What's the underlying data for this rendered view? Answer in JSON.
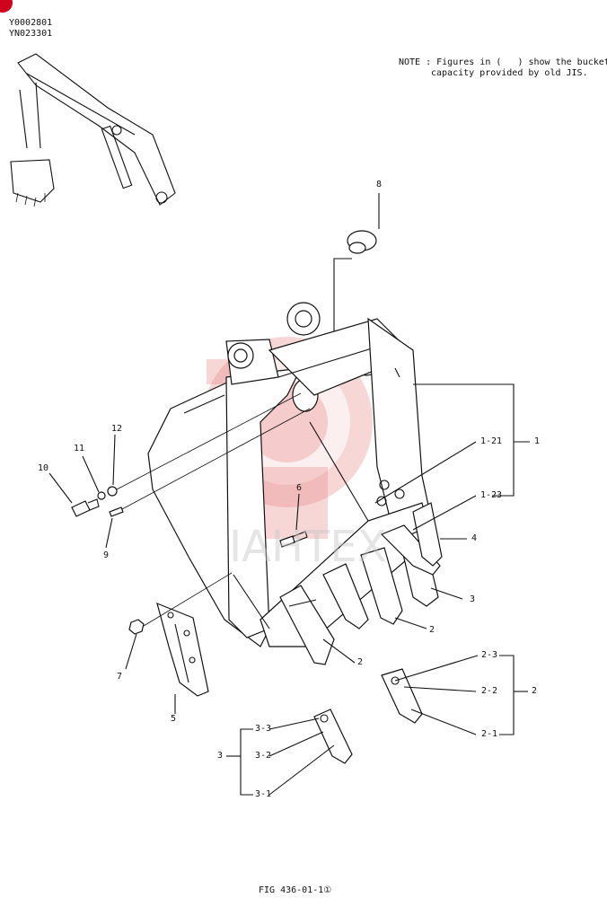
{
  "header": {
    "codes": [
      "Y0002801",
      "YN023301"
    ]
  },
  "note": {
    "line1": "NOTE : Figures in (   ) show the bucket",
    "line2": "capacity provided by old JIS."
  },
  "watermark": {
    "text": "IAHTEX",
    "color": "#e88a8a"
  },
  "callouts": {
    "c1": "1",
    "c1_21": "1-21",
    "c1_23": "1-23",
    "c2a": "2",
    "c2b": "2",
    "c2_group": "2",
    "c2_3": "2-3",
    "c2_2": "2-2",
    "c2_1": "2-1",
    "c3a": "3",
    "c3_group": "3",
    "c3_3": "3-3",
    "c3_2": "3-2",
    "c3_1": "3-1",
    "c4": "4",
    "c5": "5",
    "c6": "6",
    "c7": "7",
    "c8": "8",
    "c9": "9",
    "c10": "10",
    "c11": "11",
    "c12": "12"
  },
  "footer": {
    "figure": "FIG 436-01-1①"
  }
}
